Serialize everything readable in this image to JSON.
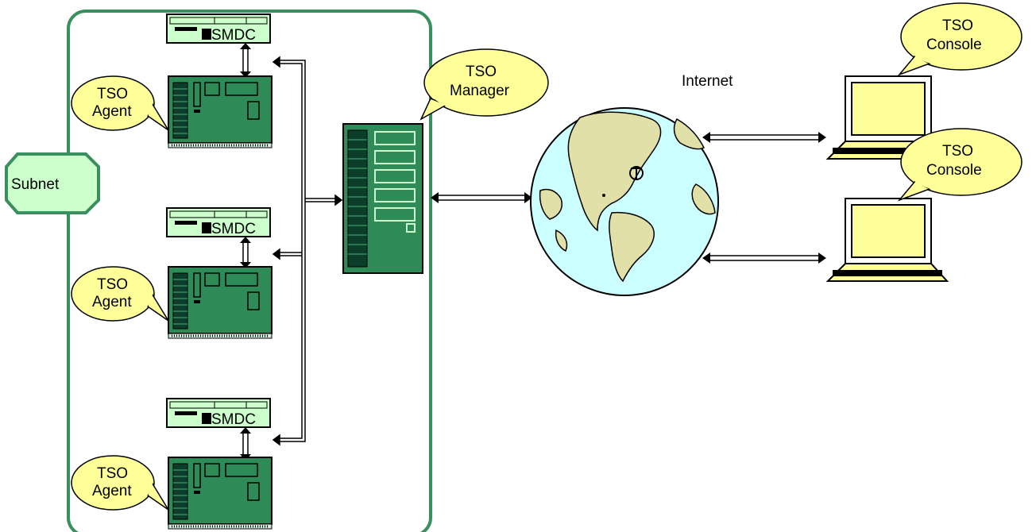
{
  "diagram": {
    "subnet_label": "Subnet",
    "internet_label": "Internet",
    "smdc_label": "SMDC",
    "manager": {
      "line1": "TSO",
      "line2": "Manager"
    },
    "agents": [
      {
        "line1": "TSO",
        "line2": "Agent"
      },
      {
        "line1": "TSO",
        "line2": "Agent"
      },
      {
        "line1": "TSO",
        "line2": "Agent"
      }
    ],
    "consoles": [
      {
        "line1": "TSO",
        "line2": "Console"
      },
      {
        "line1": "TSO",
        "line2": "Console"
      }
    ],
    "colors": {
      "server_green": "#2e8b57",
      "server_dark": "#0b3d2a",
      "subnet_border": "#3a8f5e",
      "subnet_fill": "#ccffcc",
      "bubble_fill": "#ffff99",
      "globe_ocean": "#ccffff",
      "globe_land": "#e0e0a8",
      "monitor_screen": "#ffff99"
    }
  }
}
